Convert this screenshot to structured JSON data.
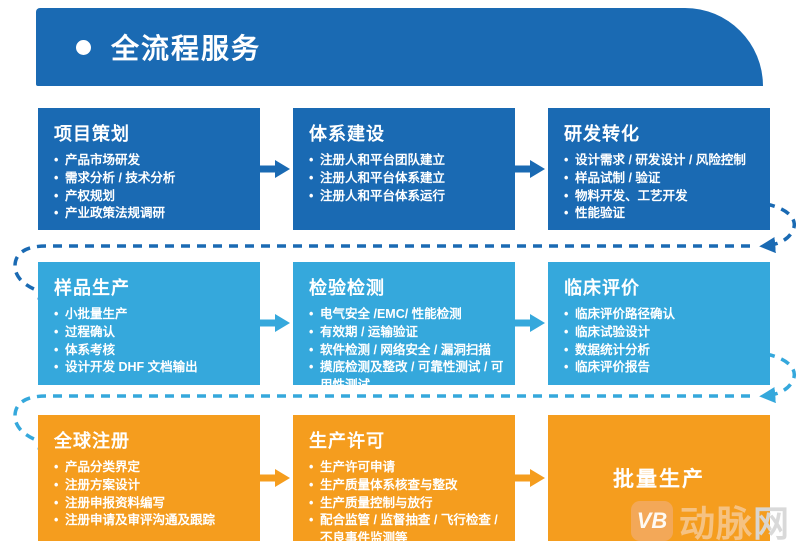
{
  "header": {
    "title": "全流程服务"
  },
  "rows": [
    {
      "theme": "dark-blue",
      "boxes": [
        {
          "title": "项目策划",
          "items": [
            "产品市场研发",
            "需求分析 / 技术分析",
            "产权规划",
            "产业政策法规调研"
          ]
        },
        {
          "title": "体系建设",
          "items": [
            "注册人和平台团队建立",
            "注册人和平台体系建立",
            "注册人和平台体系运行"
          ]
        },
        {
          "title": "研发转化",
          "items": [
            "设计需求 / 研发设计 / 风险控制",
            "样品试制 / 验证",
            "物料开发、工艺开发",
            "性能验证"
          ]
        }
      ]
    },
    {
      "theme": "light-blue",
      "boxes": [
        {
          "title": "样品生产",
          "items": [
            "小批量生产",
            "过程确认",
            "体系考核",
            "设计开发 DHF 文档输出"
          ]
        },
        {
          "title": "检验检测",
          "items": [
            "电气安全 /EMC/ 性能检测",
            "有效期 / 运输验证",
            "软件检测 / 网络安全 / 漏洞扫描",
            "摸底检测及整改 / 可靠性测试 / 可用性测试"
          ]
        },
        {
          "title": "临床评价",
          "items": [
            "临床评价路径确认",
            "临床试验设计",
            "数据统计分析",
            "临床评价报告"
          ]
        }
      ]
    },
    {
      "theme": "orange",
      "boxes": [
        {
          "title": "全球注册",
          "items": [
            "产品分类界定",
            "注册方案设计",
            "注册申报资料编写",
            "注册申请及审评沟通及跟踪"
          ]
        },
        {
          "title": "生产许可",
          "items": [
            "生产许可申请",
            "生产质量体系核查与整改",
            "生产质量控制与放行",
            "配合监管 / 监督抽查 / 飞行检查 / 不良事件监测等"
          ]
        },
        {
          "title": "批量生产",
          "items": []
        }
      ]
    }
  ],
  "icons": {
    "flow_arrow": "→",
    "list_bullet": "•",
    "header_bullet": "●"
  },
  "colors": {
    "dark_blue": "#1a6ab3",
    "light_blue": "#35a8dc",
    "orange": "#f59d1e",
    "wm_orange": "#f3a95c",
    "wm_text": "#f6c488",
    "wm_gray": "#d8d8d8"
  },
  "watermark": {
    "badge": "VB",
    "text_main": "动脉",
    "text_last": "网"
  }
}
